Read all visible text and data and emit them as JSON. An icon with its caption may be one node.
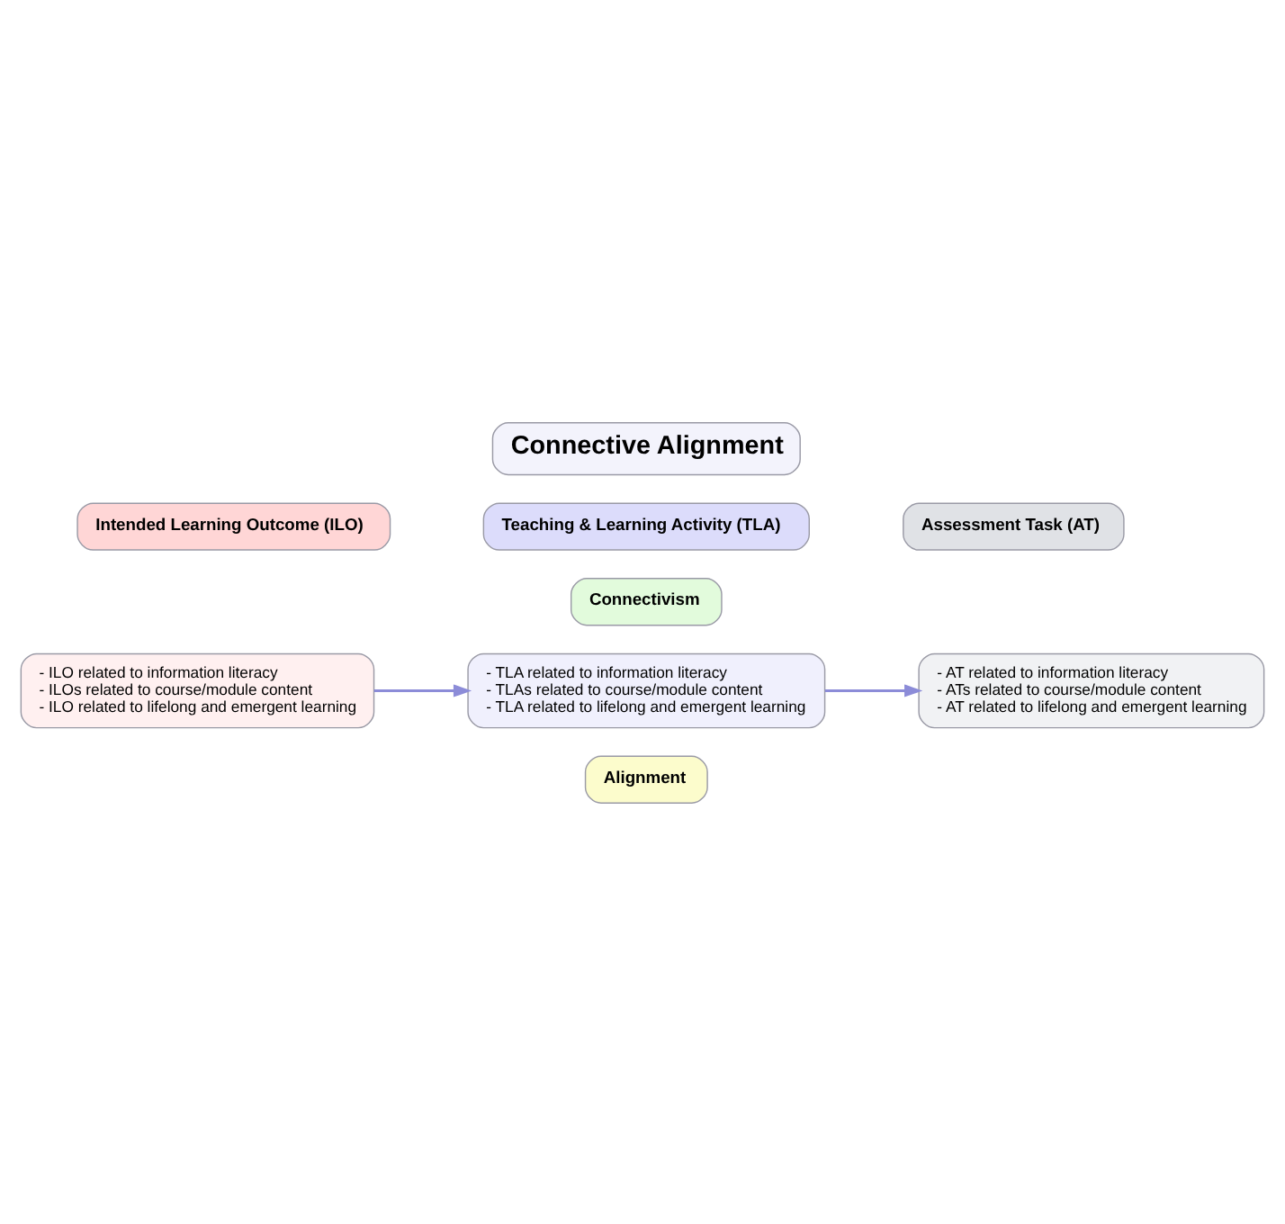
{
  "diagram": {
    "nodes": [
      {
        "text": [
          "Connective Alignment"
        ]
      },
      {
        "text": [
          "Intended Learning Outcome (ILO)"
        ]
      },
      {
        "text": [
          "Teaching & Learning Activity (TLA)"
        ]
      },
      {
        "text": [
          "Assessment Task (AT)"
        ]
      },
      {
        "text": [
          "Connectivism"
        ]
      },
      {
        "text": [
          "- ILO related to information literacy",
          "- ILOs related to course/module content",
          "- ILO related to lifelong and emergent learning"
        ]
      },
      {
        "text": [
          "- TLA related to information literacy",
          "- TLAs related to course/module content",
          "- TLA related to lifelong and emergent learning"
        ]
      },
      {
        "text": [
          "- AT related to information literacy",
          "- ATs related to course/module content",
          "- AT related to lifelong and emergent learning"
        ]
      },
      {
        "text": [
          "Alignment"
        ]
      }
    ],
    "edges": [
      {
        "from": 5,
        "to": 6,
        "arrow": "to"
      },
      {
        "from": 6,
        "to": 7,
        "arrow": "to"
      }
    ]
  }
}
